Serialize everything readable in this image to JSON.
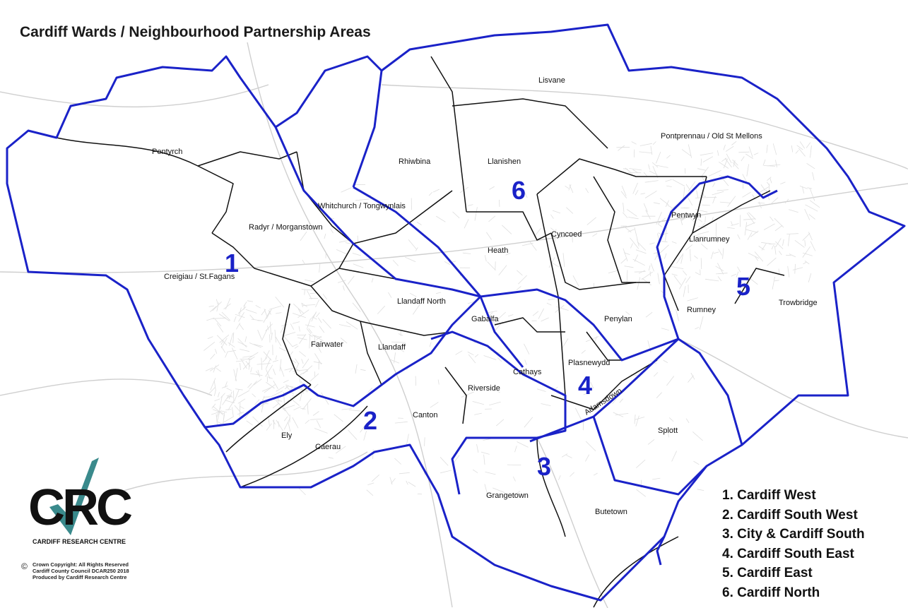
{
  "title": "Cardiff Wards / Neighbourhood Partnership Areas",
  "colors": {
    "area_boundary": "#1a22c8",
    "ward_boundary": "#111111",
    "roads": "#c8c8c8",
    "logo_check": "#3a8a8c"
  },
  "wards": [
    "Pentyrch",
    "Radyr / Morganstown",
    "Whitchurch / Tongwynlais",
    "Rhiwbina",
    "Llanishen",
    "Lisvane",
    "Pontprennau / Old St Mellons",
    "Pentwyn",
    "Cyncoed",
    "Heath",
    "Llanrumney",
    "Creigiau / St.Fagans",
    "Llandaff North",
    "Gabalfa",
    "Penylan",
    "Rumney",
    "Trowbridge",
    "Fairwater",
    "Llandaff",
    "Cathays",
    "Plasnewydd",
    "Riverside",
    "Canton",
    "Adamsdown",
    "Splott",
    "Ely",
    "Caerau",
    "Grangetown",
    "Butetown"
  ],
  "area_numbers": [
    "1",
    "2",
    "3",
    "4",
    "5",
    "6"
  ],
  "legend": [
    "1. Cardiff West",
    "2. Cardiff South West",
    "3. City & Cardiff South",
    "4. Cardiff South East",
    "5. Cardiff East",
    "6. Cardiff North"
  ],
  "logo": {
    "text": "CRC",
    "caption": "CARDIFF RESEARCH CENTRE"
  },
  "copyright": {
    "symbol": "©",
    "lines": [
      "Crown Copyright: All Rights Reserved",
      "Cardiff County Council DCAR250 2018",
      "Produced by Cardiff Research Centre"
    ]
  }
}
